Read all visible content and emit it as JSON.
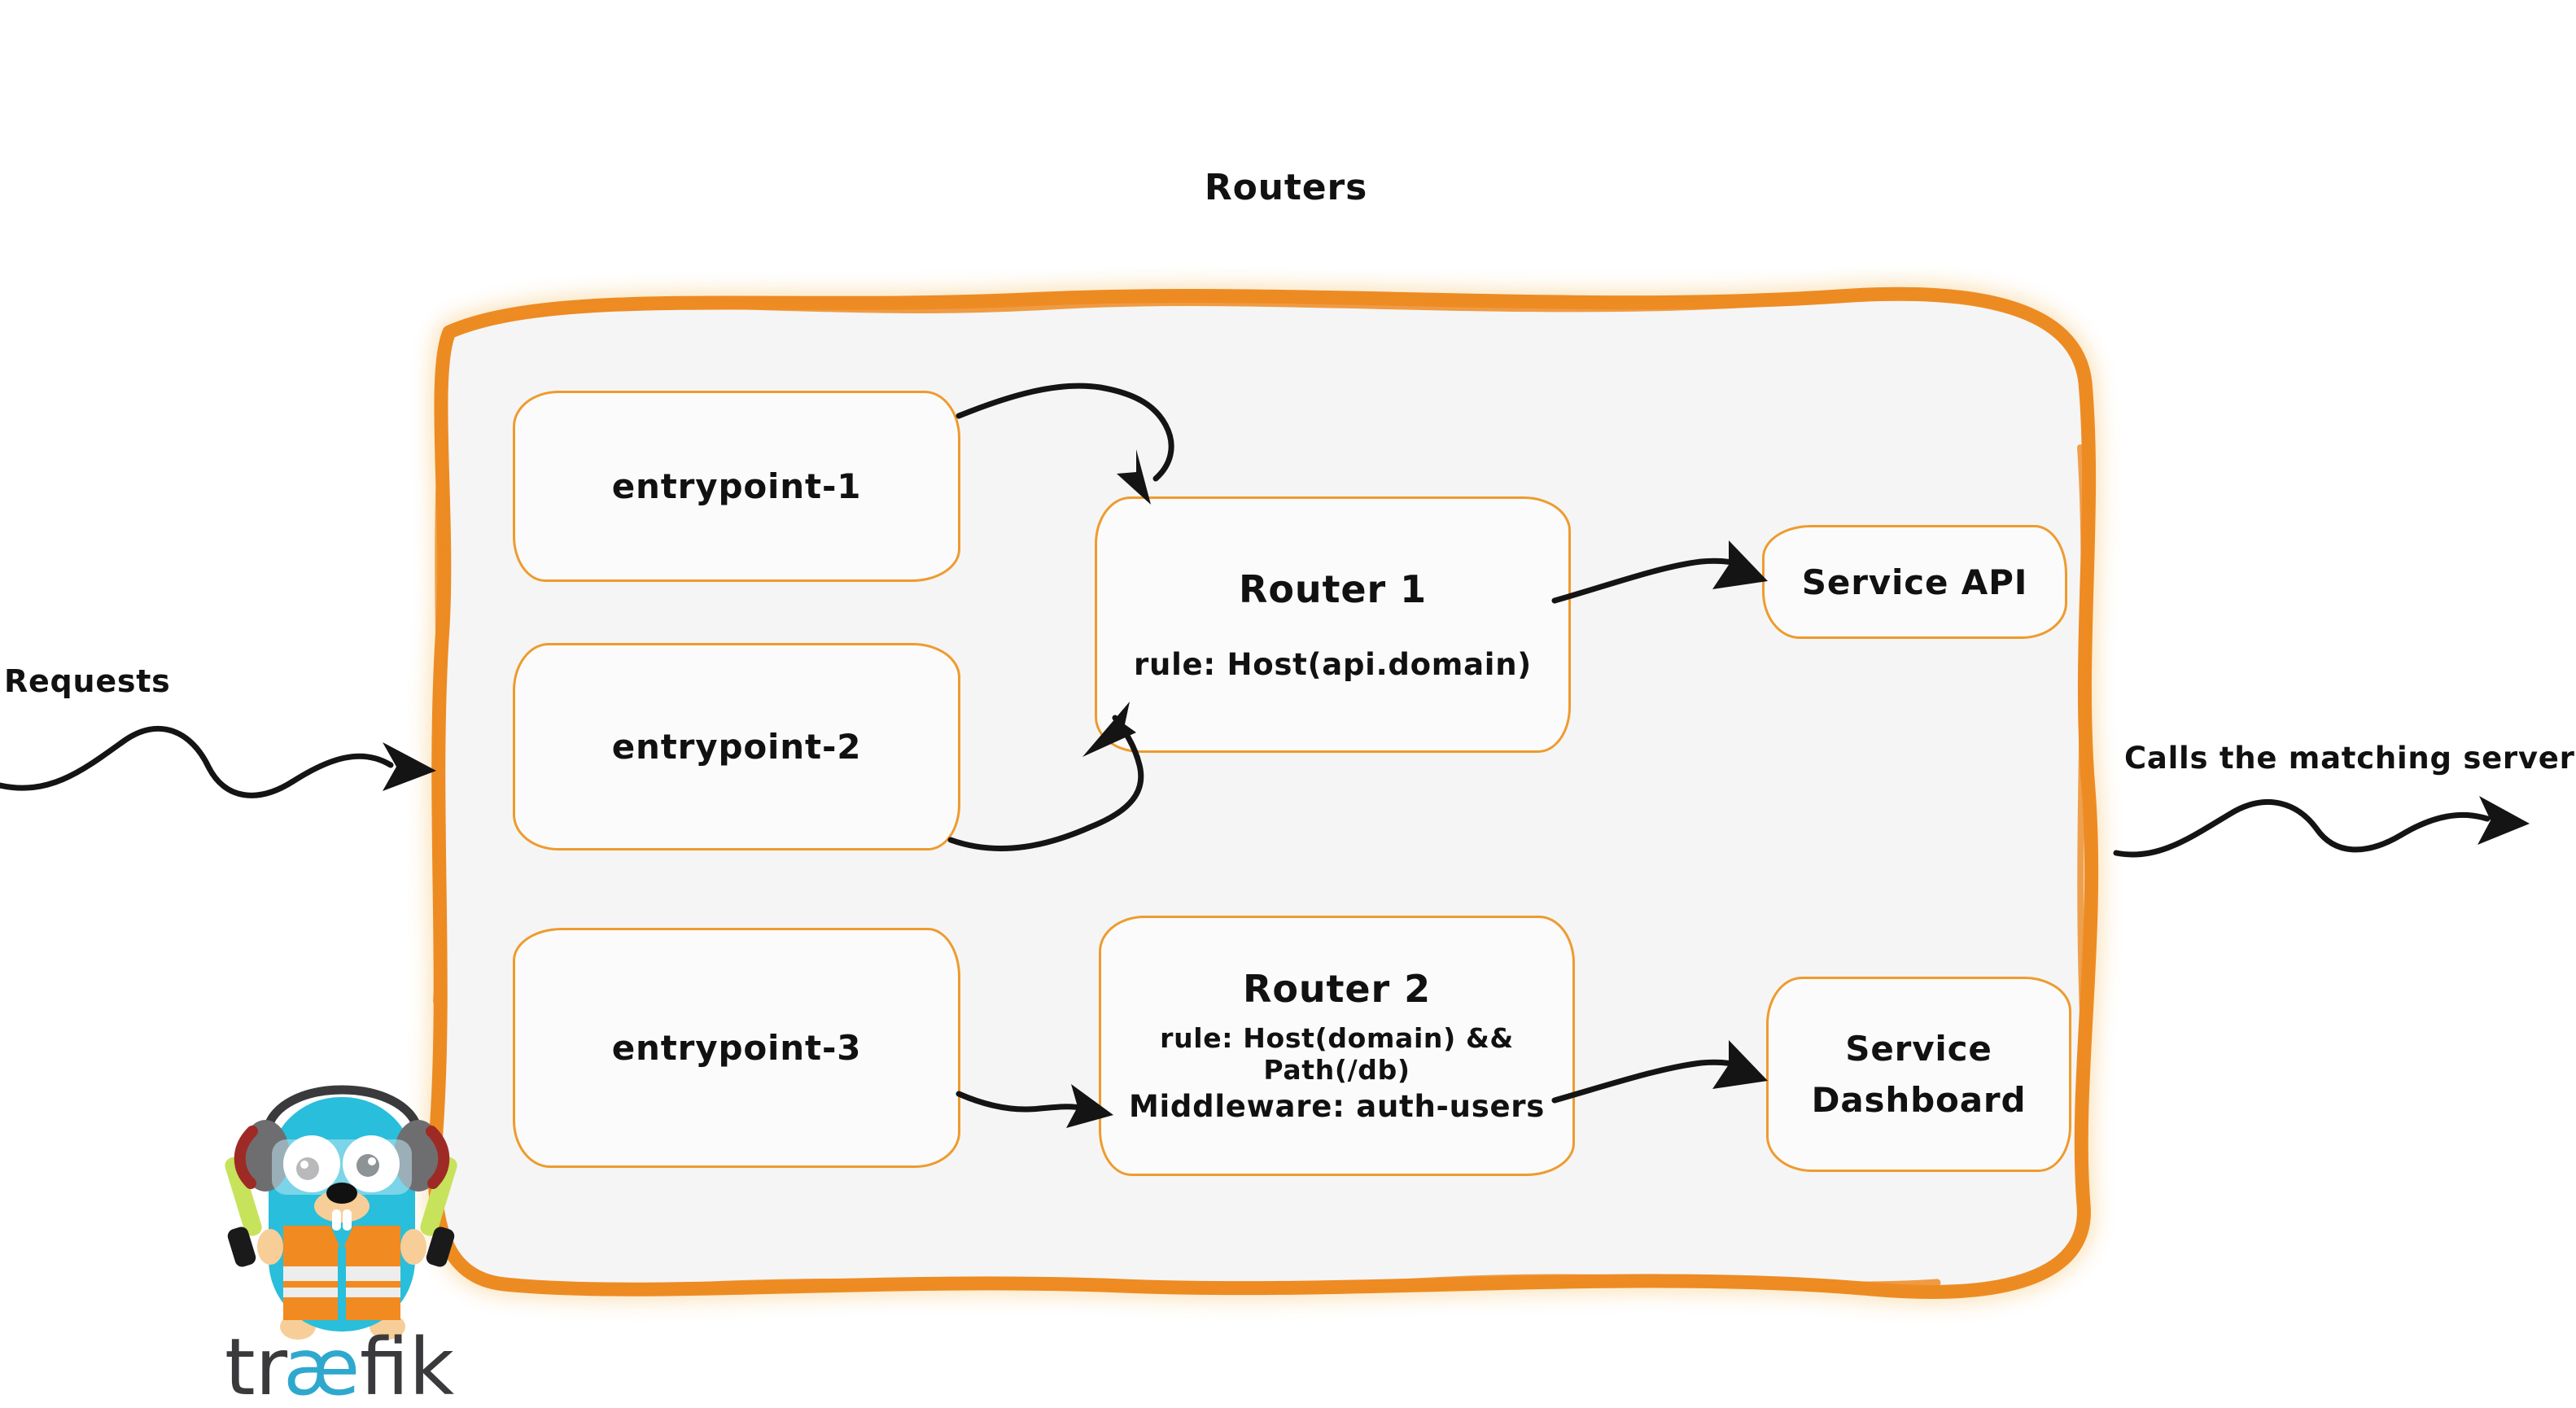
{
  "diagram": {
    "title": "Routers",
    "entrypoints": [
      {
        "label": "entrypoint-1"
      },
      {
        "label": "entrypoint-2"
      },
      {
        "label": "entrypoint-3"
      }
    ],
    "routers": [
      {
        "title": "Router 1",
        "rule": "rule: Host(api.domain)",
        "middleware": ""
      },
      {
        "title": "Router 2",
        "rule": "rule: Host(domain) && Path(/db)",
        "middleware": "Middleware: auth-users"
      }
    ],
    "services": [
      {
        "label": "Service API"
      },
      {
        "line1": "Service",
        "line2": "Dashboard"
      }
    ],
    "captions": {
      "incoming": "Requests",
      "outgoing": "Calls the matching server"
    },
    "logo": {
      "wordmark_part1": "tr",
      "wordmark_part2": "æ",
      "wordmark_part3": "fik"
    }
  },
  "colors": {
    "brand_orange": "#EE9B2E",
    "container_border": "#ED8B23",
    "container_fill": "#F5F5F5",
    "box_fill": "#FBFBFB",
    "ink": "#111111",
    "gopher_cyan": "#29BEDB",
    "gopher_vest": "#F18A21",
    "wordmark_dark": "#3A3A3C",
    "wordmark_cyan": "#2FA8CE"
  }
}
